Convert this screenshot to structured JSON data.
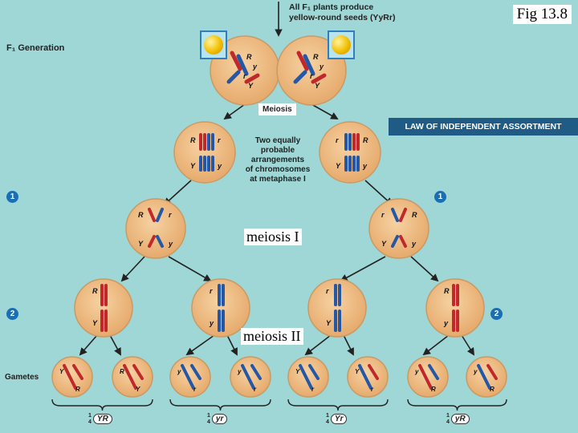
{
  "figure_label": "Fig 13.8",
  "top_note": {
    "line1": "All F₁ plants produce",
    "line2": "yellow-round seeds (YyRr)"
  },
  "f1_label": "F₁ Generation",
  "meiosis_label": "Meiosis",
  "arrangement_note": [
    "Two equally",
    "probable",
    "arrangements",
    "of chromosomes",
    "at metaphase I"
  ],
  "law_banner": "LAW OF INDEPENDENT ASSORTMENT",
  "overlay_meiosis_1": "meiosis I",
  "overlay_meiosis_2": "meiosis II",
  "gametes_label": "Gametes",
  "step_badges": [
    "1",
    "1",
    "2",
    "2"
  ],
  "fractions": [
    {
      "num": "1",
      "den": "4",
      "genotype": "YR"
    },
    {
      "num": "1",
      "den": "4",
      "genotype": "yr"
    },
    {
      "num": "1",
      "den": "4",
      "genotype": "Yr"
    },
    {
      "num": "1",
      "den": "4",
      "genotype": "yR"
    }
  ],
  "allele_labels": {
    "R": "R",
    "r": "r",
    "Y": "Y",
    "y": "y"
  },
  "colors": {
    "background": "#9fd6d6",
    "cell": "#f0c188",
    "cell_border": "#c99a63",
    "red_chrom": "#c0282b",
    "blue_chrom": "#2557a7",
    "banner": "#1f5b85",
    "badge": "#1a6fb3"
  },
  "icons": [
    "seed-icon",
    "arrow-icon"
  ]
}
